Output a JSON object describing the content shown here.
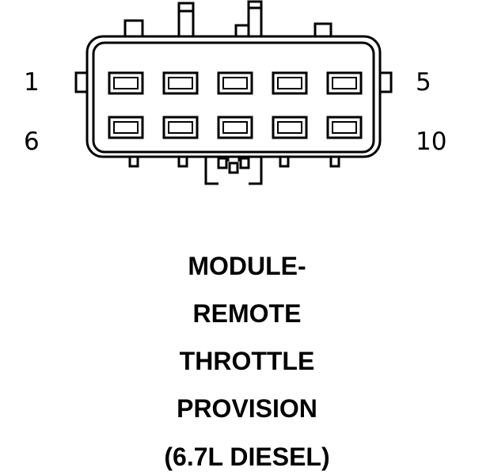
{
  "connector": {
    "pin_labels": {
      "top_left": "1",
      "top_right": "5",
      "bottom_left": "6",
      "bottom_right": "10"
    },
    "rows": 2,
    "pins_per_row": 5
  },
  "caption": {
    "lines": [
      "MODULE-",
      "REMOTE",
      "THROTTLE",
      "PROVISION",
      "(6.7L DIESEL)"
    ]
  },
  "colors": {
    "line": "#000000",
    "background": "#ffffff"
  }
}
